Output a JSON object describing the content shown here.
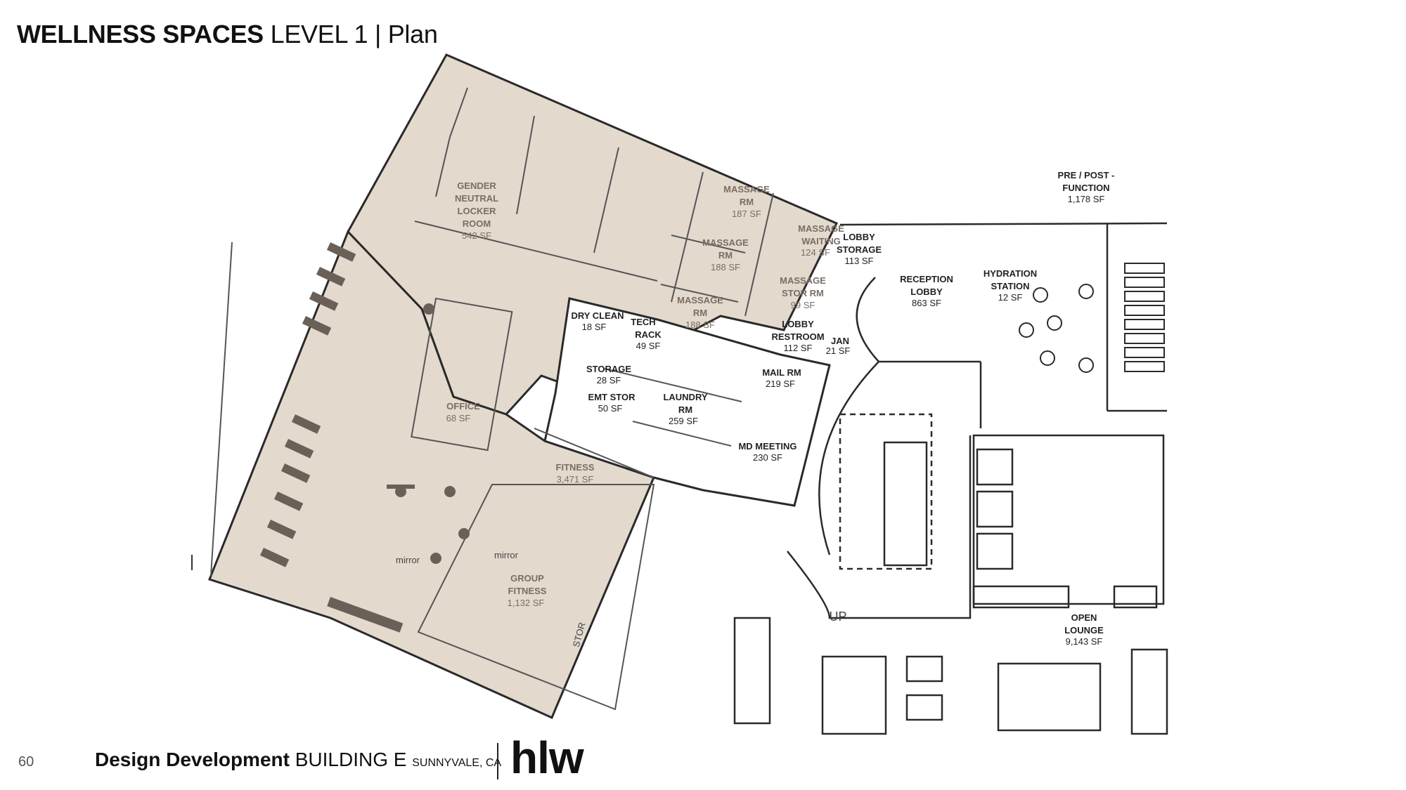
{
  "header": {
    "title_bold": "WELLNESS SPACES",
    "title_rest": " LEVEL 1 | Plan"
  },
  "footer": {
    "page_number": "60",
    "bold": "Design Development",
    "building": " BUILDING E",
    "location": "SUNNYVALE, CA",
    "logo": "hlw"
  },
  "colors": {
    "wellness_fill": "#e3d9cd",
    "line": "#2a2a2a",
    "wellness_text": "#7a6e63"
  },
  "rooms": {
    "locker_1": "GENDER",
    "locker_2": "NEUTRAL",
    "locker_3": "LOCKER",
    "locker_4": "ROOM",
    "locker_area": "542 SF",
    "massage1_1": "MASSAGE",
    "massage1_2": "RM",
    "massage1_area": "187 SF",
    "massage2_1": "MASSAGE",
    "massage2_2": "RM",
    "massage2_area": "188 SF",
    "massage3_1": "MASSAGE",
    "massage3_2": "RM",
    "massage3_area": "188 SF",
    "waiting_1": "MASSAGE",
    "waiting_2": "WAITING",
    "waiting_area": "124 SF",
    "stor_1": "MASSAGE",
    "stor_2": "STOR RM",
    "stor_area": "99 SF",
    "lobbystor_1": "LOBBY",
    "lobbystor_2": "STORAGE",
    "lobbystor_area": "113 SF",
    "reception_1": "RECEPTION",
    "reception_2": "LOBBY",
    "reception_area": "863 SF",
    "lobbyrr_1": "LOBBY",
    "lobbyrr_2": "RESTROOM",
    "lobbyrr_area": "112 SF",
    "jan_1": "JAN",
    "jan_area": "21 SF",
    "dryclean_1": "DRY CLEAN",
    "dryclean_area": "18 SF",
    "tech_1": "TECH",
    "tech_2": "RACK",
    "tech_area": "49 SF",
    "storage_1": "STORAGE",
    "storage_area": "28 SF",
    "emt_1": "EMT STOR",
    "emt_area": "50 SF",
    "laundry_1": "LAUNDRY",
    "laundry_2": "RM",
    "laundry_area": "259 SF",
    "mail_1": "MAIL RM",
    "mail_area": "219 SF",
    "meeting_1": "MD MEETING",
    "meeting_area": "230 SF",
    "office_1": "OFFICE",
    "office_area": "68 SF",
    "fitness_1": "FITNESS",
    "fitness_area": "3,471 SF",
    "group_1": "GROUP",
    "group_2": "FITNESS",
    "group_area": "1,132 SF",
    "hydration_1": "HYDRATION",
    "hydration_2": "STATION",
    "hydration_area": "12 SF",
    "prepost_1": "PRE / POST -",
    "prepost_2": "FUNCTION",
    "prepost_area": "1,178 SF",
    "lounge_1": "OPEN",
    "lounge_2": "LOUNGE",
    "lounge_area": "9,143 SF"
  },
  "notes": {
    "mirror_1": "mirror",
    "mirror_2": "mirror",
    "up": "UP",
    "stor": "STOR"
  }
}
